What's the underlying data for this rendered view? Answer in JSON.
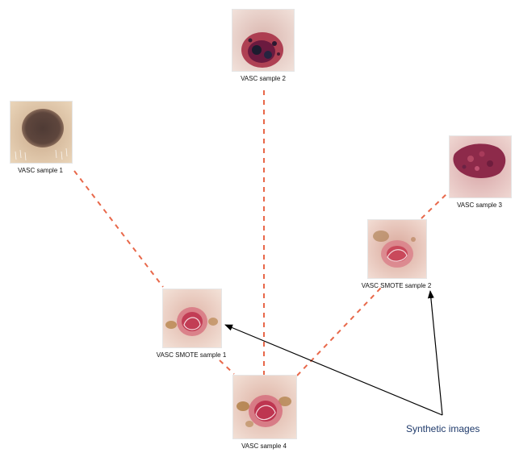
{
  "samples": {
    "vasc_sample_1": "VASC sample 1",
    "vasc_sample_2": "VASC sample 2",
    "vasc_sample_3": "VASC sample 3",
    "vasc_sample_4": "VASC sample 4",
    "vasc_smote_sample_1": "VASC SMOTE sample 1",
    "vasc_smote_sample_2": "VASC SMOTE sample 2"
  },
  "annotation": {
    "label": "Synthetic images"
  },
  "colors": {
    "interpolation_line": "#e8684a",
    "arrow": "#000000",
    "annotation_text": "#1f3a6b"
  }
}
